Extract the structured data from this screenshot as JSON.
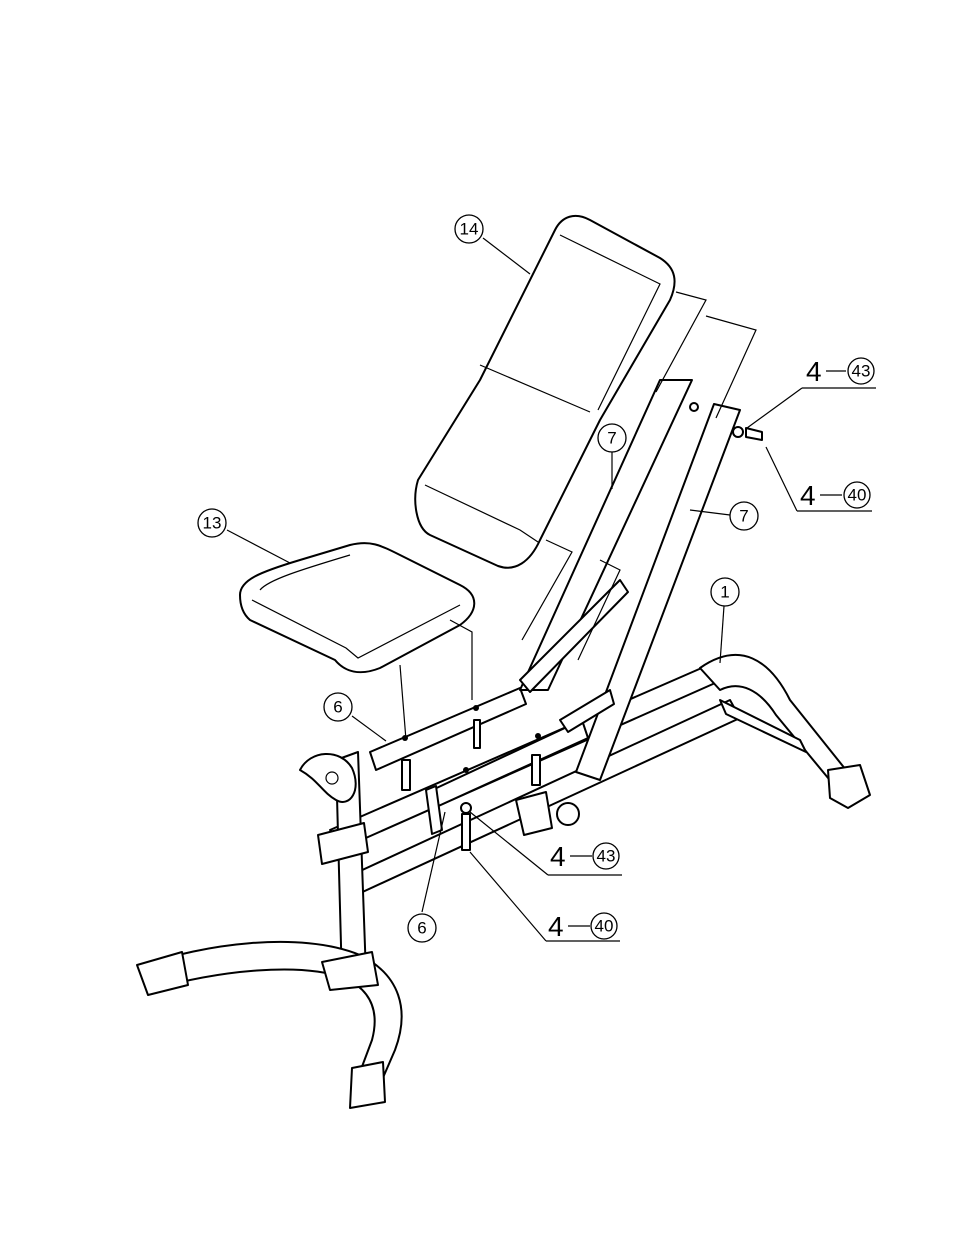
{
  "callouts": {
    "c14": "14",
    "c13": "13",
    "c7a": "7",
    "c7b": "7",
    "c1": "1",
    "c6a": "6",
    "c6b": "6"
  },
  "combo": {
    "top_prefix": "4",
    "top_num": "43",
    "top2_prefix": "4",
    "top2_num": "40",
    "bot_prefix": "4",
    "bot_num": "43",
    "bot2_prefix": "4",
    "bot2_num": "40"
  }
}
